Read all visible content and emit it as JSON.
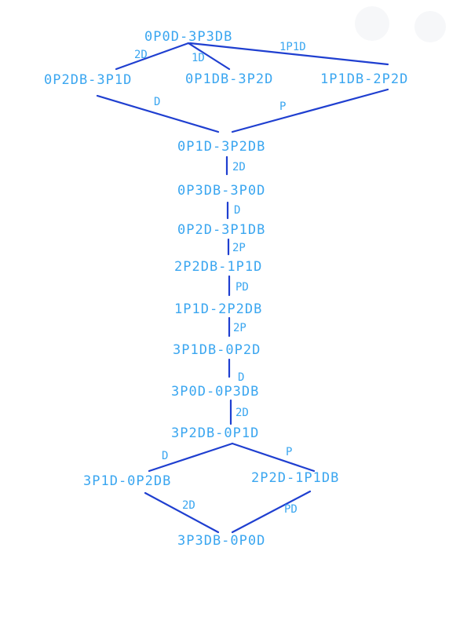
{
  "diagram": {
    "nodes": [
      {
        "id": "n0",
        "label": "0P0D-3P3DB"
      },
      {
        "id": "n1",
        "label": "0P2DB-3P1D"
      },
      {
        "id": "n2",
        "label": "0P1DB-3P2D"
      },
      {
        "id": "n3",
        "label": "1P1DB-2P2D"
      },
      {
        "id": "n4",
        "label": "0P1D-3P2DB"
      },
      {
        "id": "n5",
        "label": "0P3DB-3P0D"
      },
      {
        "id": "n6",
        "label": "0P2D-3P1DB"
      },
      {
        "id": "n7",
        "label": "2P2DB-1P1D"
      },
      {
        "id": "n8",
        "label": "1P1D-2P2DB"
      },
      {
        "id": "n9",
        "label": "3P1DB-0P2D"
      },
      {
        "id": "n10",
        "label": "3P0D-0P3DB"
      },
      {
        "id": "n11",
        "label": "3P2DB-0P1D"
      },
      {
        "id": "n12",
        "label": "3P1D-0P2DB"
      },
      {
        "id": "n13",
        "label": "2P2D-1P1DB"
      },
      {
        "id": "n14",
        "label": "3P3DB-0P0D"
      }
    ],
    "edges": [
      {
        "from": "n0",
        "to": "n1",
        "label": "2D"
      },
      {
        "from": "n0",
        "to": "n2",
        "label": "1D"
      },
      {
        "from": "n0",
        "to": "n3",
        "label": "1P1D"
      },
      {
        "from": "n1",
        "to": "n4",
        "label": "D"
      },
      {
        "from": "n3",
        "to": "n4",
        "label": "P"
      },
      {
        "from": "n4",
        "to": "n5",
        "label": "2D"
      },
      {
        "from": "n5",
        "to": "n6",
        "label": "D"
      },
      {
        "from": "n6",
        "to": "n7",
        "label": "2P"
      },
      {
        "from": "n7",
        "to": "n8",
        "label": "PD"
      },
      {
        "from": "n8",
        "to": "n9",
        "label": "2P"
      },
      {
        "from": "n9",
        "to": "n10",
        "label": "D"
      },
      {
        "from": "n10",
        "to": "n11",
        "label": "2D"
      },
      {
        "from": "n11",
        "to": "n12",
        "label": "D"
      },
      {
        "from": "n11",
        "to": "n13",
        "label": "P"
      },
      {
        "from": "n12",
        "to": "n14",
        "label": "2D"
      },
      {
        "from": "n13",
        "to": "n14",
        "label": "PD"
      }
    ]
  },
  "colors": {
    "node_text": "#3aa6f0",
    "edge_line": "#1f3fd0",
    "background": "#ffffff"
  }
}
